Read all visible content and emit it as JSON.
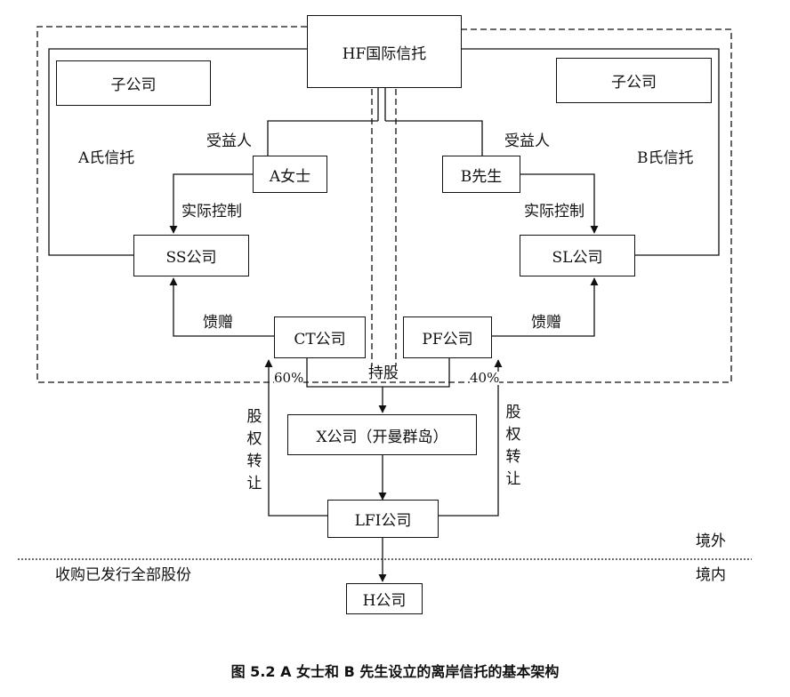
{
  "boxes": {
    "hf": "HF国际信托",
    "sub_left": "子公司",
    "sub_right": "子公司",
    "a_lady": "A女士",
    "b_mr": "B先生",
    "ss": "SS公司",
    "sl": "SL公司",
    "ct": "CT公司",
    "pf": "PF公司",
    "x": "X公司（开曼群岛）",
    "lfi": "LFI公司",
    "h": "H公司"
  },
  "labels": {
    "a_trust": "A氏信托",
    "b_trust": "B氏信托",
    "beneficiary_left": "受益人",
    "beneficiary_right": "受益人",
    "control_left": "实际控制",
    "control_right": "实际控制",
    "gift_left": "馈赠",
    "gift_right": "馈赠",
    "pct_left": "60%",
    "pct_right": "40%",
    "hold": "持股",
    "transfer_left": "股权转让",
    "transfer_right": "股权转让",
    "offshore": "境外",
    "onshore": "境内",
    "acquire": "收购已发行全部股份"
  },
  "caption": "图 5.2 A 女士和 B 先生设立的离岸信托的基本架构"
}
